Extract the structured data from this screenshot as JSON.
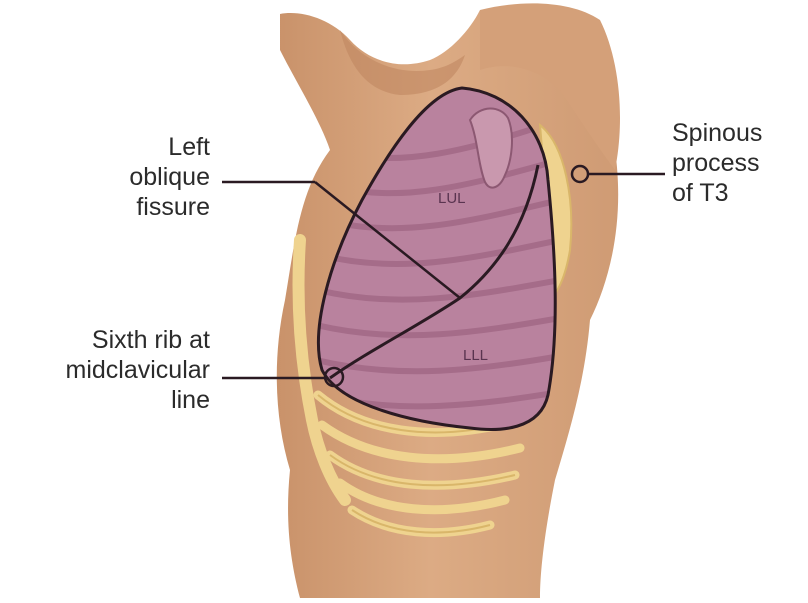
{
  "labels": {
    "oblique_fissure": [
      "Left",
      "oblique",
      "fissure"
    ],
    "sixth_rib": [
      "Sixth rib at",
      "midclavicular",
      "line"
    ],
    "spinous_process": [
      "Spinous",
      "process",
      "of T3"
    ]
  },
  "lobes": {
    "upper": "LUL",
    "lower": "LLL"
  },
  "colors": {
    "skin": "#d9a77f",
    "skin_shadow": "#c28a63",
    "lung": "#b9829e",
    "lung_stripe": "#a56c89",
    "rib": "#efd38f",
    "rib_edge": "#d9b66a",
    "outline": "#2a1a22"
  }
}
